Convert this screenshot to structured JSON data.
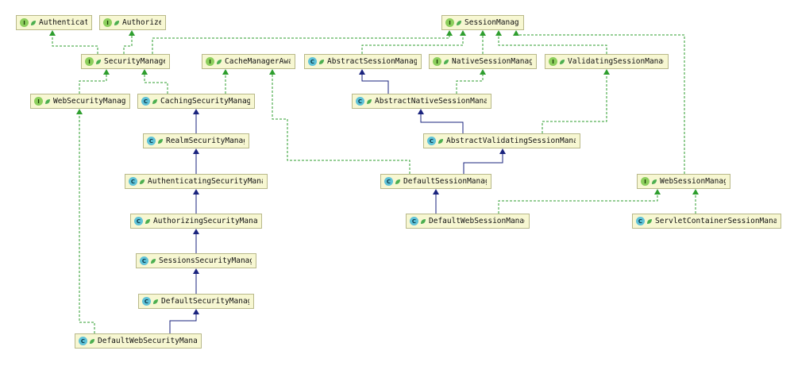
{
  "colors": {
    "node_fill": "#f7f7d2",
    "node_border": "#b8b889",
    "interface_badge": "#8ccf5d",
    "class_badge": "#5fc2d8",
    "extends_edge": "#1a237e",
    "implements_edge": "#2e9e2e",
    "visibility_leaf": "#4caf50"
  },
  "badges": {
    "interface": "I",
    "class": "C"
  },
  "nodes": [
    {
      "id": "authenticator",
      "label": "Authenticator",
      "kind": "interface"
    },
    {
      "id": "authorizer",
      "label": "Authorizer",
      "kind": "interface"
    },
    {
      "id": "security-manager",
      "label": "SecurityManager",
      "kind": "interface"
    },
    {
      "id": "cache-manager-aware",
      "label": "CacheManagerAware",
      "kind": "interface"
    },
    {
      "id": "web-security-manager",
      "label": "WebSecurityManager",
      "kind": "interface"
    },
    {
      "id": "caching-security-manager",
      "label": "CachingSecurityManager",
      "kind": "class"
    },
    {
      "id": "realm-security-manager",
      "label": "RealmSecurityManager",
      "kind": "class"
    },
    {
      "id": "authenticating-security-manager",
      "label": "AuthenticatingSecurityManager",
      "kind": "class"
    },
    {
      "id": "authorizing-security-manager",
      "label": "AuthorizingSecurityManager",
      "kind": "class"
    },
    {
      "id": "sessions-security-manager",
      "label": "SessionsSecurityManager",
      "kind": "class"
    },
    {
      "id": "default-security-manager",
      "label": "DefaultSecurityManager",
      "kind": "class"
    },
    {
      "id": "default-web-security-manager",
      "label": "DefaultWebSecurityManager",
      "kind": "class"
    },
    {
      "id": "session-manager",
      "label": "SessionManager",
      "kind": "interface"
    },
    {
      "id": "abstract-session-manager",
      "label": "AbstractSessionManager",
      "kind": "class"
    },
    {
      "id": "native-session-manager",
      "label": "NativeSessionManager",
      "kind": "interface"
    },
    {
      "id": "validating-session-manager",
      "label": "ValidatingSessionManager",
      "kind": "interface"
    },
    {
      "id": "abstract-native-session-manager",
      "label": "AbstractNativeSessionManager",
      "kind": "class"
    },
    {
      "id": "abstract-validating-session-manager",
      "label": "AbstractValidatingSessionManager",
      "kind": "class"
    },
    {
      "id": "default-session-manager",
      "label": "DefaultSessionManager",
      "kind": "class"
    },
    {
      "id": "web-session-manager",
      "label": "WebSessionManager",
      "kind": "interface"
    },
    {
      "id": "default-web-session-manager",
      "label": "DefaultWebSessionManager",
      "kind": "class"
    },
    {
      "id": "servlet-container-session-manager",
      "label": "ServletContainerSessionManager",
      "kind": "class"
    }
  ],
  "edges": [
    {
      "from": "security-manager",
      "to": "authenticator",
      "relation": "extends-interface"
    },
    {
      "from": "security-manager",
      "to": "authorizer",
      "relation": "extends-interface"
    },
    {
      "from": "security-manager",
      "to": "session-manager",
      "relation": "extends-interface"
    },
    {
      "from": "web-security-manager",
      "to": "security-manager",
      "relation": "extends-interface"
    },
    {
      "from": "caching-security-manager",
      "to": "security-manager",
      "relation": "implements"
    },
    {
      "from": "caching-security-manager",
      "to": "cache-manager-aware",
      "relation": "implements"
    },
    {
      "from": "realm-security-manager",
      "to": "caching-security-manager",
      "relation": "extends"
    },
    {
      "from": "authenticating-security-manager",
      "to": "realm-security-manager",
      "relation": "extends"
    },
    {
      "from": "authorizing-security-manager",
      "to": "authenticating-security-manager",
      "relation": "extends"
    },
    {
      "from": "sessions-security-manager",
      "to": "authorizing-security-manager",
      "relation": "extends"
    },
    {
      "from": "default-security-manager",
      "to": "sessions-security-manager",
      "relation": "extends"
    },
    {
      "from": "default-web-security-manager",
      "to": "default-security-manager",
      "relation": "extends"
    },
    {
      "from": "default-web-security-manager",
      "to": "web-security-manager",
      "relation": "implements"
    },
    {
      "from": "abstract-session-manager",
      "to": "session-manager",
      "relation": "implements"
    },
    {
      "from": "native-session-manager",
      "to": "session-manager",
      "relation": "extends-interface"
    },
    {
      "from": "validating-session-manager",
      "to": "session-manager",
      "relation": "extends-interface"
    },
    {
      "from": "web-session-manager",
      "to": "session-manager",
      "relation": "extends-interface"
    },
    {
      "from": "abstract-native-session-manager",
      "to": "abstract-session-manager",
      "relation": "extends"
    },
    {
      "from": "abstract-native-session-manager",
      "to": "native-session-manager",
      "relation": "implements"
    },
    {
      "from": "abstract-validating-session-manager",
      "to": "abstract-native-session-manager",
      "relation": "extends"
    },
    {
      "from": "abstract-validating-session-manager",
      "to": "validating-session-manager",
      "relation": "implements"
    },
    {
      "from": "default-session-manager",
      "to": "abstract-validating-session-manager",
      "relation": "extends"
    },
    {
      "from": "default-session-manager",
      "to": "cache-manager-aware",
      "relation": "implements"
    },
    {
      "from": "default-web-session-manager",
      "to": "default-session-manager",
      "relation": "extends"
    },
    {
      "from": "default-web-session-manager",
      "to": "web-session-manager",
      "relation": "implements"
    },
    {
      "from": "servlet-container-session-manager",
      "to": "web-session-manager",
      "relation": "implements"
    }
  ]
}
